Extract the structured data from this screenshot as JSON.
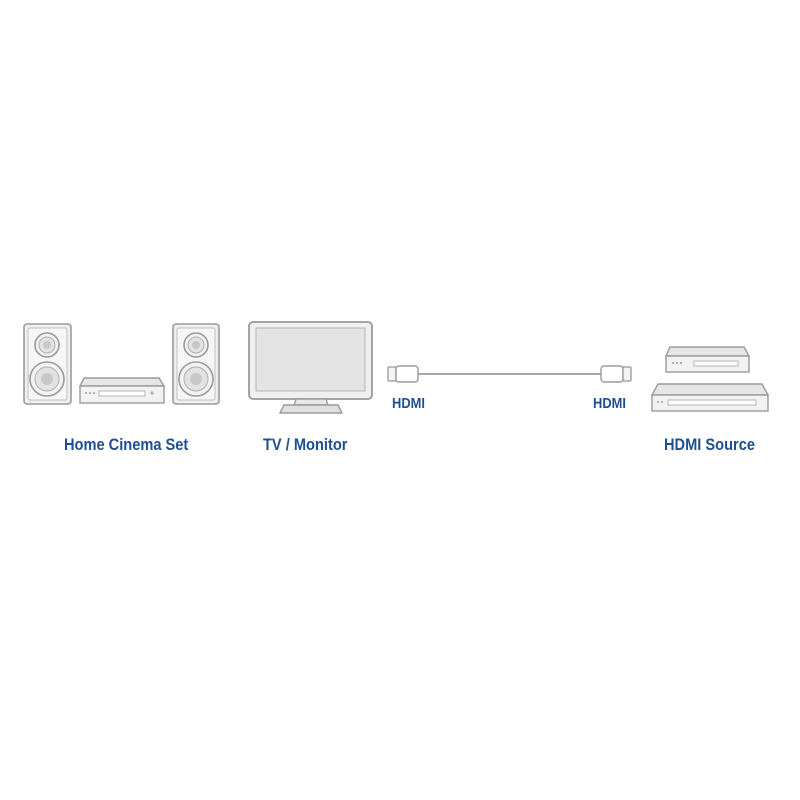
{
  "colors": {
    "text": "#1d4f91",
    "outline": "#9a9a9a",
    "fill": "#e9e9e9",
    "fill_dark": "#d4d4d4",
    "cable": "#a8a8a8"
  },
  "devices": {
    "home_cinema": {
      "label": "Home Cinema Set",
      "icons": [
        "speaker-icon",
        "av-receiver-icon",
        "speaker-icon"
      ]
    },
    "tv": {
      "label": "TV / Monitor",
      "icon": "monitor-icon"
    },
    "source": {
      "label": "HDMI Source",
      "icons": [
        "media-player-icon",
        "set-top-box-icon"
      ]
    }
  },
  "cable": {
    "left_label": "HDMI",
    "right_label": "HDMI",
    "icon": "hdmi-cable-icon"
  }
}
